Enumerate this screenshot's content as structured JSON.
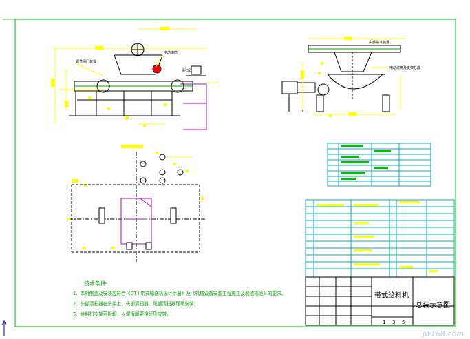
{
  "notes": {
    "heading": "技术条件",
    "lines": [
      "1、本机制造及安装应符合《DT II带式输送机设计手册》及《机械设备安装工程施工及验收规范》的要求。",
      "2、头部清扫器在头架上，头部清扫器、尾部清扫器现场安装；",
      "3、给料机支架可拆卸，以便拆卸更换环形皮带。"
    ]
  },
  "title_block": {
    "name": "带式给料机",
    "drawing": "总装示意图",
    "scale_labels": [
      "1",
      "3",
      "5"
    ]
  },
  "callouts": {
    "front_view": [
      "调节闸门装置",
      "电动滚筒",
      "清扫器"
    ],
    "side_view": [
      "头部漏斗装置",
      "电动滚筒及支架总成"
    ]
  },
  "watermark": "jw168.com",
  "colors": {
    "frame": "#00c000",
    "drawing": "#000000",
    "dimension": "#ffff00",
    "hatch": "#c000c0",
    "table": "#00b0b0",
    "accent_red": "#ff0000"
  }
}
